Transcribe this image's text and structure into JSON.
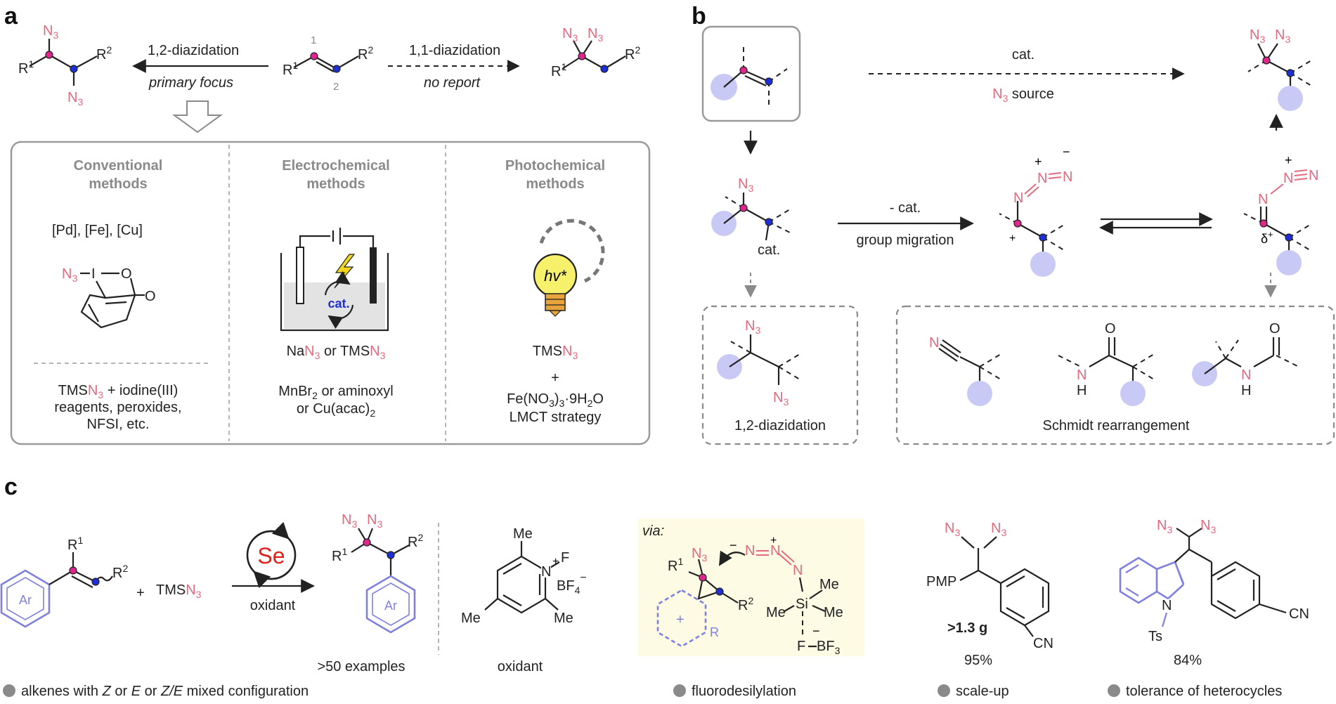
{
  "panel_a": {
    "letter": "a",
    "n3": "N",
    "n3_sub": "3",
    "r1": "R",
    "r_sup1": "1",
    "r_sup2": "2",
    "pos1": "1",
    "pos2": "2",
    "diaz12": "1,2-diazidation",
    "primary_focus": "primary focus",
    "diaz11": "1,1-diazidation",
    "no_report": "no report",
    "col1_title_1": "Conventional",
    "col1_title_2": "methods",
    "col2_title_1": "Electrochemical",
    "col2_title_2": "methods",
    "col3_title_1": "Photochemical",
    "col3_title_2": "methods",
    "metals": "[Pd], [Fe], [Cu]",
    "iodane_i": "I",
    "iodane_o": "O",
    "col1_foot_1_pre": "TMS",
    "col1_foot_1_post": " + iodine(III)",
    "col1_foot_2": "reagents, peroxides,",
    "col1_foot_3": "NFSI, etc.",
    "cat": "cat.",
    "col2_line1_a": "Na",
    "col2_line1_b": " or TMS",
    "col2_line2": "MnBr",
    "col2_line2_sub": "2",
    "col2_line2_post": " or aminoxyl",
    "col2_line3": "or Cu(acac)",
    "col2_line3_sub": "2",
    "hv": "hv*",
    "col3_line1": "TMS",
    "plus": "+",
    "col3_line2": "Fe(NO",
    "col3_line2_b": ")",
    "col3_line2_c": "·9H",
    "col3_line2_d": "O",
    "col3_line3": "LMCT strategy"
  },
  "panel_b": {
    "letter": "b",
    "cat_top": "cat.",
    "n3_source_pre": "N",
    "n3_source_post": " source",
    "cat_label": "cat.",
    "minus_cat": "- cat.",
    "group_migration": "group migration",
    "box1_label": "1,2-diazidation",
    "box2_label": "Schmidt rearrangement",
    "plus": "+",
    "minus": "−",
    "delta": "δ",
    "N": "N",
    "O": "O",
    "H": "H"
  },
  "panel_c": {
    "letter": "c",
    "se": "Se",
    "oxidant": "oxidant",
    "tms": "TMS",
    "ar": "Ar",
    "examples": ">50 examples",
    "oxidant_caption": "oxidant",
    "me": "Me",
    "f": "F",
    "bf4": "BF",
    "via": "via:",
    "si": "Si",
    "bf3": "BF",
    "r": "R",
    "pmp": "PMP",
    "cn": "CN",
    "ts": "Ts",
    "scale": ">1.3 g",
    "yield1": "95%",
    "yield2": "84%",
    "legend1_pre": "alkenes with ",
    "legend1_z": "Z",
    "legend1_mid": " or ",
    "legend1_e": "E",
    "legend1_mid2": " or ",
    "legend1_ze": "Z/E",
    "legend1_post": " mixed configuration",
    "legend2": "fluorodesilylation",
    "legend3": "scale-up",
    "legend4": "tolerance of heterocycles"
  },
  "colors": {
    "azide_red": "#e36a7e",
    "carbon_blue": "#1e2fd6",
    "carbon_magenta": "#e0268e",
    "substituent_lavender": "#c9c9f5",
    "aryl_blue": "#8080e0",
    "highlight_yellow": "#fdfbe3",
    "grey_text": "#8a8a8a",
    "bulb_yellow": "#f7f06a",
    "bolt_yellow": "#f2d71c",
    "se_red": "#e1201c"
  }
}
